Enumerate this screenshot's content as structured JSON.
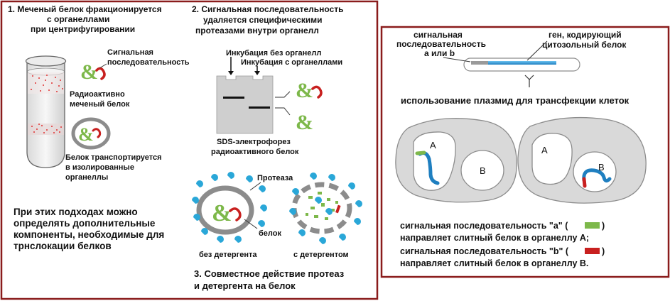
{
  "colors": {
    "frame": "#8a1c1c",
    "panel_bg": "#e8e8e8",
    "protein_green": "#7db84a",
    "signal_red": "#c8201f",
    "plasmid_blue": "#2f9ad6",
    "protease_blue": "#2aa7d8"
  },
  "left": {
    "step1": {
      "title": "1. Меченый белок фракционируется",
      "line2": "с органеллами",
      "line3": "при центрифугировании",
      "signal_l1": "Сигнальная",
      "signal_l2": "последовательность",
      "radio_l1": "Радиоактивно",
      "radio_l2": "меченый белок",
      "transport_l1": "Белок транспортируется",
      "transport_l2": "в изолированные",
      "transport_l3": "органеллы"
    },
    "step2": {
      "title_l1": "2. Сигнальная последовательность",
      "title_l2": "удаляется специфическими",
      "title_l3": "протеазами внутри органелл",
      "incub_without": "Инкубация без органелл",
      "incub_with": "Инкубация с органеллами",
      "sds_l1": "SDS-электрофорез",
      "sds_l2": "радиоактивного белок"
    },
    "conclusion": {
      "l1": "При этих подходах можно",
      "l2": "определять дополнительные",
      "l3": "компоненты, необходимые для",
      "l4": "трнслокации белков"
    },
    "step3": {
      "protease": "Протеаза",
      "protein": "белок",
      "no_detergent": "без детергента",
      "with_detergent": "с детергентом",
      "title_l1": "3. Совместное действие протеаз",
      "title_l2": "и детергента на белок"
    }
  },
  "right": {
    "signal_l1": "сигнальная",
    "signal_l2": "последовательность",
    "signal_l3": "a или b",
    "gene_l1": "ген, кодирующий",
    "gene_l2": "цитозольный белок",
    "plasmid_use": "использование плазмид для трансфекции клеток",
    "organelle_a": "А",
    "organelle_b": "В",
    "organelle_a2": "А",
    "organelle_b2": "В",
    "legend_a_l1": "сигнальная последовательность \"а\" (",
    "legend_a_l1_end": ")",
    "legend_a_l2": "направляет слитный белок в органеллу А;",
    "legend_b_l1": "сигнальная последовательность \"b\" (",
    "legend_b_l1_end": ")",
    "legend_b_l2": "направляет слитный белок в органеллу В."
  }
}
